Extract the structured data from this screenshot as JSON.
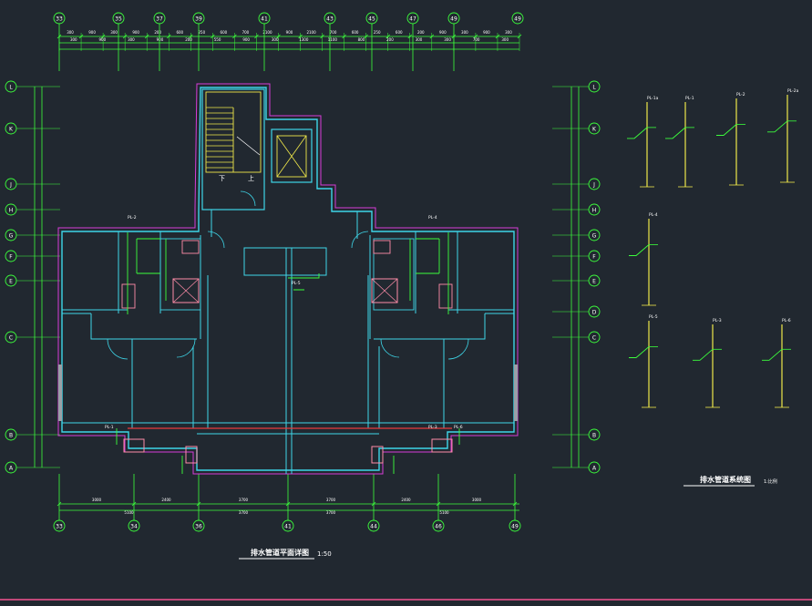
{
  "drawing": {
    "plan_title": "排水管道平面详图",
    "plan_scale": "1:50",
    "system_title": "排水管道系统图",
    "system_note": "1:比例"
  },
  "grids": {
    "top": [
      "33",
      "35",
      "37",
      "39",
      "41",
      "43",
      "45",
      "47",
      "49"
    ],
    "bottom": [
      "33",
      "34",
      "36",
      "41",
      "44",
      "46",
      "49"
    ],
    "left": [
      "L",
      "K",
      "J",
      "H",
      "G",
      "F",
      "E",
      "C",
      "B",
      "A"
    ],
    "right": [
      "L",
      "K",
      "J",
      "H",
      "G",
      "F",
      "E",
      "D",
      "C",
      "B",
      "A"
    ]
  },
  "stair_labels": {
    "down": "下",
    "up": "上"
  },
  "dims": {
    "top_row1": [
      "300",
      "900",
      "300",
      "900",
      "200",
      "600",
      "250",
      "600",
      "700",
      "2100",
      "900",
      "2100",
      "700",
      "600",
      "250",
      "600",
      "200",
      "900",
      "300",
      "900",
      "300"
    ],
    "top_row2": [
      "300",
      "900",
      "300",
      "900",
      "200",
      "550",
      "900",
      "300",
      "1300",
      "1100",
      "800",
      "200",
      "300",
      "300",
      "700",
      "300"
    ],
    "bottom_row1": [
      "3000",
      "2400",
      "3700",
      "3700",
      "2400",
      "3000"
    ],
    "bottom_row2": [
      "5100",
      "3700",
      "3700",
      "5100"
    ]
  },
  "riser_labels": {
    "system": [
      "PL-1a",
      "PL-1",
      "PL-2",
      "PL-2a",
      "PL-4",
      "PL-5",
      "PL-3",
      "PL-6"
    ],
    "plan": [
      "PL-1",
      "PL-2",
      "PL-4",
      "PL-3",
      "PL-5",
      "PL-6"
    ]
  }
}
